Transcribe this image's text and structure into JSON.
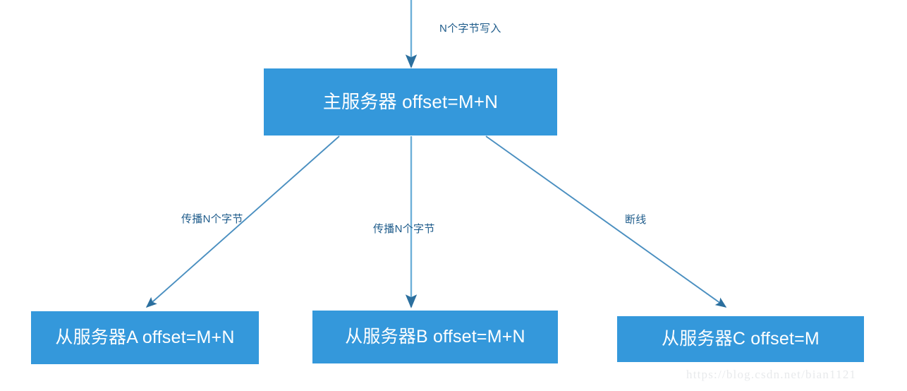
{
  "diagram": {
    "type": "flow-diagram",
    "background_color": "#ffffff",
    "node_fill_color": "#3498db",
    "node_text_color": "#ffffff",
    "edge_color": "#4a8fc0",
    "label_text_color": "#1f5c8b",
    "nodes": [
      {
        "id": "master",
        "label": "主服务器 offset=M+N"
      },
      {
        "id": "slave-a",
        "label": "从服务器A offset=M+N"
      },
      {
        "id": "slave-b",
        "label": "从服务器B offset=M+N"
      },
      {
        "id": "slave-c",
        "label": "从服务器C offset=M"
      }
    ],
    "edges": [
      {
        "id": "write-in",
        "from": "client",
        "to": "master",
        "label": "N个字节写入"
      },
      {
        "id": "prop-a",
        "from": "master",
        "to": "slave-a",
        "label": "传播N个字节"
      },
      {
        "id": "prop-b",
        "from": "master",
        "to": "slave-b",
        "label": "传播N个字节"
      },
      {
        "id": "disconnect",
        "from": "master",
        "to": "slave-c",
        "label": "断线"
      }
    ]
  },
  "watermark": {
    "text": "https://blog.csdn.net/bian1121"
  }
}
